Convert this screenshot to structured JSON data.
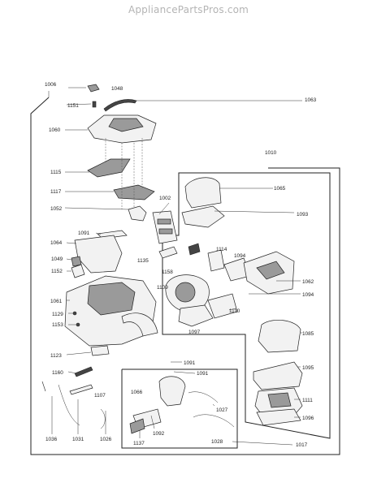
{
  "watermark": "AppliancePartsPros.com",
  "part_labels": {
    "l1006": "1006",
    "l1048": "1048",
    "l1151": "1151",
    "l1063": "1063",
    "l1060": "1060",
    "l1010": "1010",
    "l1115": "1115",
    "l1065": "1065",
    "l1117": "1117",
    "l1002": "1002",
    "l1093": "1093",
    "l1052": "1052",
    "l1091a": "1091",
    "l1064": "1064",
    "l1114": "1114",
    "l1094a": "1094",
    "l1049": "1049",
    "l1135": "1135",
    "l1152": "1152",
    "l1158": "1158",
    "l1062": "1062",
    "l1109": "1109",
    "l1094b": "1094",
    "l1061": "1061",
    "l1110": "1110",
    "l1129": "1129",
    "l1153": "1153",
    "l1097": "1097",
    "l1085": "1085",
    "l1123": "1123",
    "l1091b": "1091",
    "l1095": "1095",
    "l1160": "1160",
    "l1091c": "1091",
    "l1066": "1066",
    "l1107": "1107",
    "l1111": "1111",
    "l1027": "1027",
    "l1096": "1096",
    "l1036": "1036",
    "l1031": "1031",
    "l1026": "1026",
    "l1092": "1092",
    "l1137": "1137",
    "l1028": "1028",
    "l1017": "1017"
  }
}
